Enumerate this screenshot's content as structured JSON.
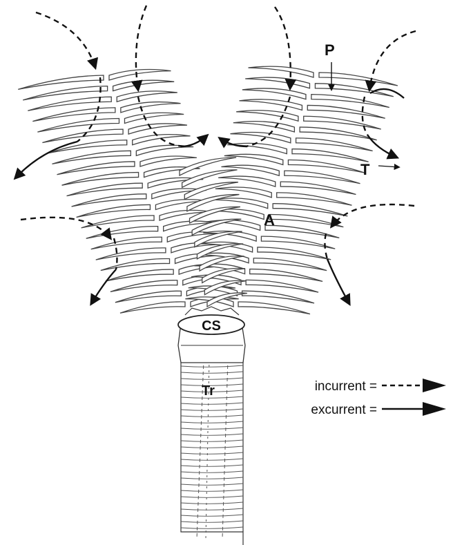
{
  "labels": {
    "p": "P",
    "t": "T",
    "a": "A",
    "cs": "CS",
    "tr": "Tr"
  },
  "legend": {
    "incurrent": "incurrent =",
    "excurrent": "excurrent ="
  },
  "colors": {
    "ink": "#111111",
    "tentacle_stroke": "#444444",
    "tentacle_fill": "#ffffff",
    "background": "#ffffff"
  }
}
